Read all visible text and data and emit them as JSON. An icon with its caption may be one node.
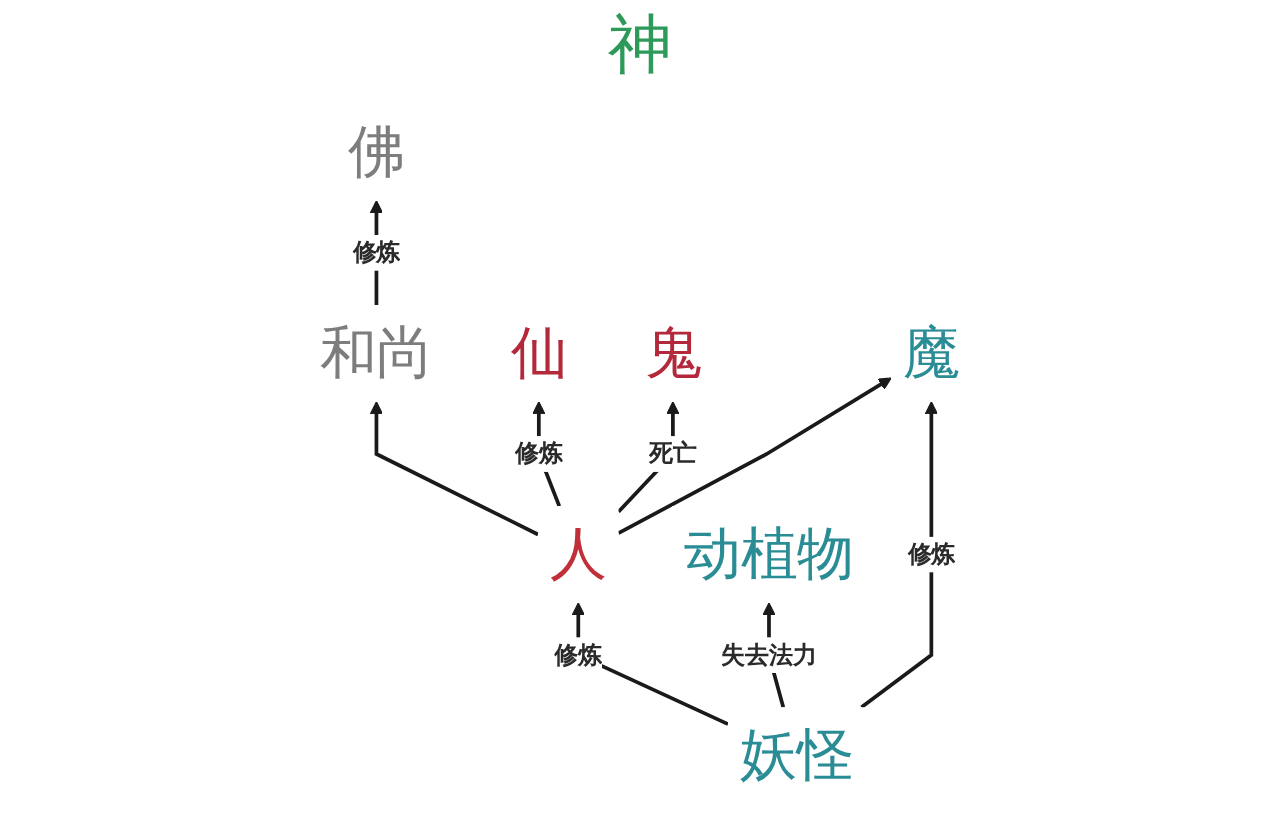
{
  "diagram": {
    "nodes": [
      {
        "text": [
          "佛"
        ]
      },
      {
        "text": [
          "仙"
        ]
      },
      {
        "text": [
          "魔"
        ]
      },
      {
        "text": [
          "和尚"
        ]
      },
      {
        "text": [
          "人"
        ]
      },
      {
        "text": [
          "妖怪"
        ]
      },
      {
        "text": [
          "鬼"
        ]
      },
      {
        "text": [
          "动植物"
        ]
      }
    ],
    "edges": [
      {
        "from": 3,
        "to": 0,
        "arrow": "to",
        "label": "修炼"
      },
      {
        "from": 4,
        "to": 1,
        "arrow": "to",
        "label": "修炼"
      },
      {
        "from": 4,
        "to": 2,
        "arrow": "to"
      },
      {
        "from": 5,
        "to": 2,
        "arrow": "to",
        "label": "修炼"
      },
      {
        "from": 4,
        "to": 3,
        "arrow": "to"
      },
      {
        "from": 5,
        "to": 4,
        "arrow": "to",
        "label": "修炼"
      },
      {
        "from": 4,
        "to": 6,
        "arrow": "to",
        "label": "死亡"
      },
      {
        "from": 5,
        "to": 7,
        "arrow": "to",
        "label": "失去法力"
      }
    ],
    "labels": [
      "神"
    ]
  }
}
